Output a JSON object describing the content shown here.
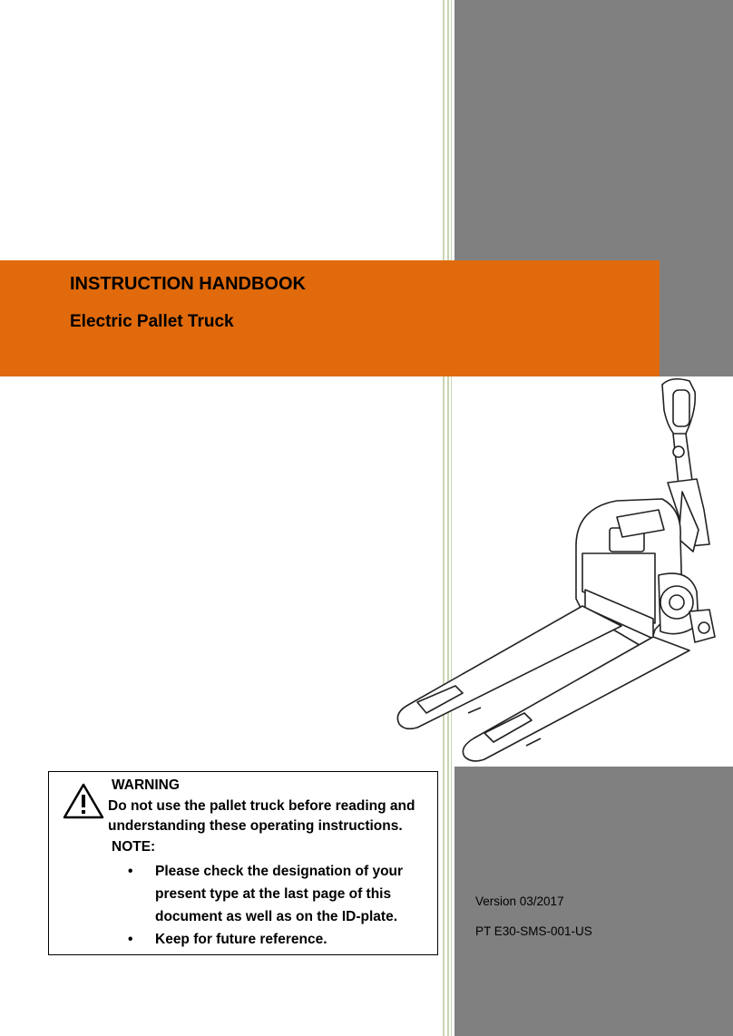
{
  "cover": {
    "title": "INSTRUCTION HANDBOOK",
    "subtitle": "Electric Pallet Truck"
  },
  "warning": {
    "heading": "WARNING",
    "text": "Do not use the pallet truck before reading and understanding these operating instructions.",
    "icon": "warning-triangle-icon"
  },
  "note": {
    "heading": "NOTE:",
    "items": [
      "Please check the designation of your present type at the last page of this document as well as on the ID-plate.",
      "Keep for future reference."
    ]
  },
  "footer": {
    "version": "Version 03/2017",
    "doc_id": "PT E30-SMS-001-US"
  },
  "colors": {
    "band": "#e06a0c",
    "gray_panel": "#808080"
  }
}
